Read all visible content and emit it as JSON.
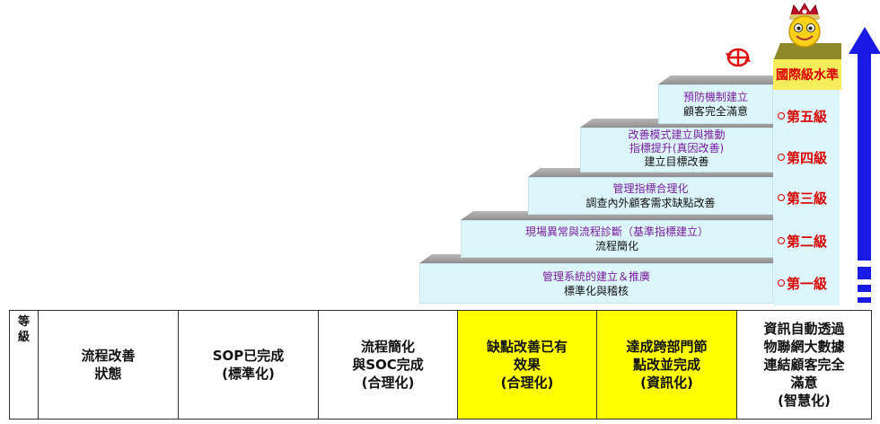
{
  "top": {
    "label": "國際級水準",
    "mascot_icon": "smiling-sun-with-crown-icon",
    "rotate_icon": "rotate-arrows-icon"
  },
  "steps": [
    {
      "line1": "管理系統的建立＆推廣",
      "line2": "標準化與稽核"
    },
    {
      "line1": "現場異常與流程診斷（基準指標建立）",
      "line2": "流程簡化"
    },
    {
      "line1": "管理指標合理化",
      "line2": "調查內外顧客需求缺點改善"
    },
    {
      "line1": "改善模式建立與推動",
      "line1b": "指標提升(真因改善)",
      "line2": "建立目標改善"
    },
    {
      "line1": "預防機制建立",
      "line2": "顧客完全滿意"
    }
  ],
  "levels": [
    "第一級",
    "第二級",
    "第三級",
    "第四級",
    "第五級"
  ],
  "table": {
    "cells": [
      "等\n級",
      "流程改善\n狀態",
      "SOP已完成\n(標準化)",
      "流程簡化\n與SOC完成\n(合理化)",
      "缺點改善已有\n效果\n(合理化)",
      "達成跨部門節\n點改並完成\n(資訊化)",
      "資訊自動透過\n物聯網大數據\n連結顧客完全\n滿意\n(智慧化)"
    ]
  },
  "colors": {
    "arrow": "#1a1ae6",
    "highlight": "#ffff00",
    "level_text": "#d90000",
    "step_face": "#ddf6fb",
    "step_title": "#7a1ea2"
  }
}
